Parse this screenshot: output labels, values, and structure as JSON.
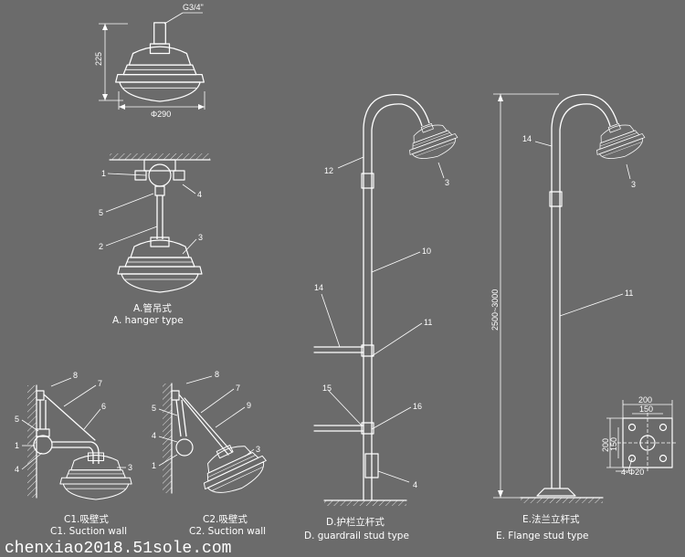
{
  "dims": {
    "thread": "G3/4\"",
    "height": "225",
    "diameter": "Φ290",
    "pole_height": "2500~3000",
    "flange_outer": "200",
    "flange_inner": "150",
    "flange_side_outer": "200",
    "flange_side_inner": "150",
    "flange_holes": "4-Φ20"
  },
  "parts": {
    "p1": "1",
    "p2": "2",
    "p3": "3",
    "p4": "4",
    "p5": "5",
    "p6": "6",
    "p7": "7",
    "p8": "8",
    "p9": "9",
    "p10": "10",
    "p11": "11",
    "p12": "12",
    "p14": "14",
    "p15": "15",
    "p16": "16"
  },
  "captions": {
    "a_cn": "A.管吊式",
    "a_en": "A. hanger type",
    "c1_cn": "C1.吸壁式",
    "c1_en": "C1. Suction wall",
    "c2_cn": "C2.吸壁式",
    "c2_en": "C2. Suction wall",
    "d_cn": "D.护栏立杆式",
    "d_en": "D. guardrail stud type",
    "e_cn": "E.法兰立杆式",
    "e_en": "E. Flange stud type"
  },
  "watermark": "chenxiao2018.51sole.com"
}
